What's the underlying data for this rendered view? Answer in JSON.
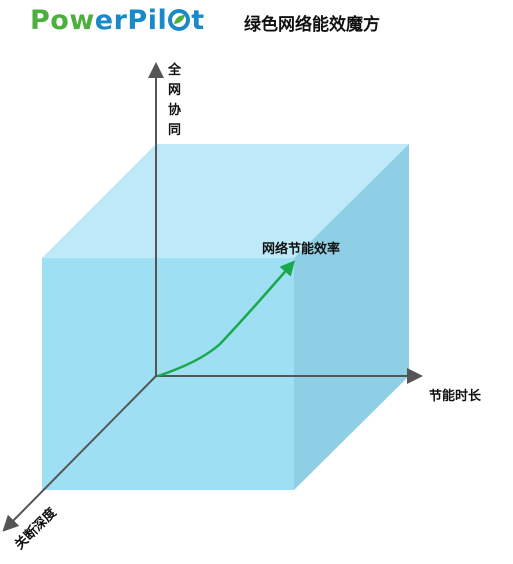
{
  "header": {
    "brand_part1": "Pow",
    "brand_part2": "erPil",
    "brand_part3": "t",
    "slogan": "绿色网络能效魔方"
  },
  "diagram": {
    "y_axis_label": [
      "全",
      "网",
      "协",
      "同"
    ],
    "x_axis_label": "节能时长",
    "z_axis_label": "关断深度",
    "curve_label": "网络节能效率"
  },
  "colors": {
    "brand_green": "#4caf3e",
    "brand_blue": "#1a89c9",
    "cube_front": "#9edff4",
    "cube_top": "#bde9f8",
    "cube_side": "#8fcfe5",
    "axis": "#555555",
    "curve": "#1aa94a"
  }
}
